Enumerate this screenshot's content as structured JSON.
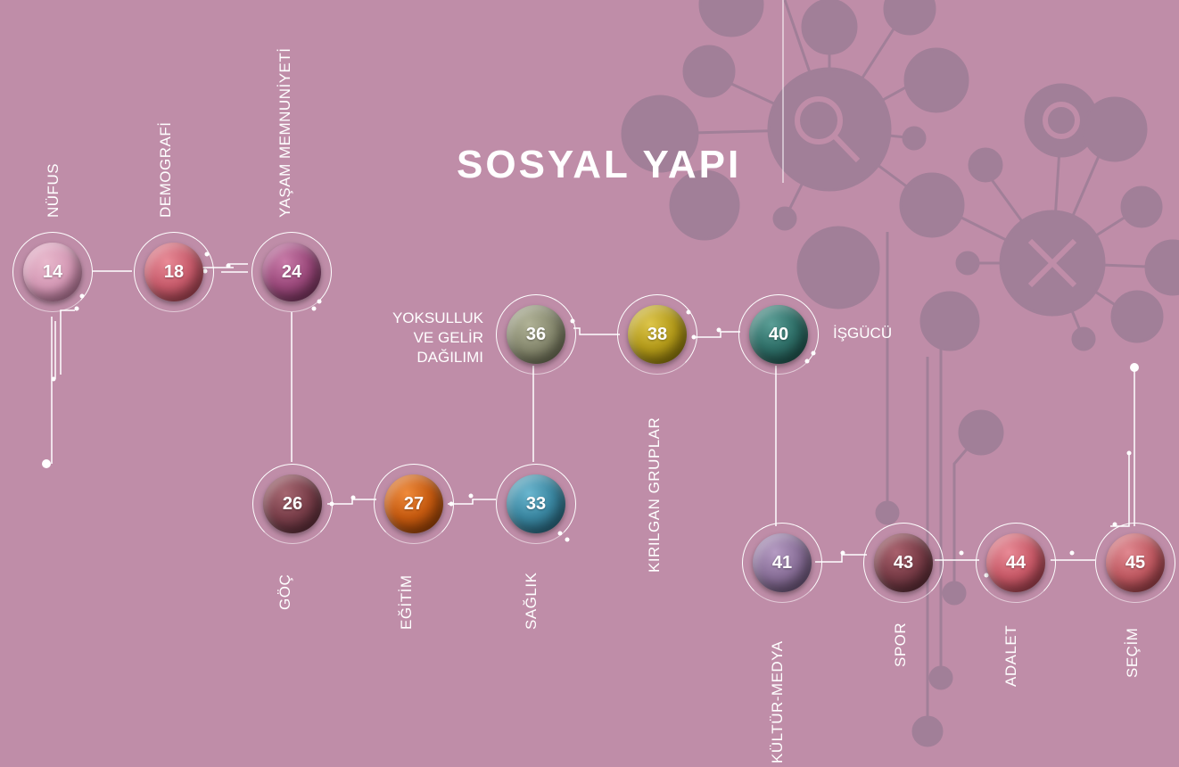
{
  "title": "SOSYAL YAPI",
  "colors": {
    "background": "#bf8da8",
    "icon_fill": "#9e7a96"
  },
  "nodes": [
    {
      "id": "nufus",
      "number": "14",
      "label": "NÜFUS",
      "color": "#d59ab6"
    },
    {
      "id": "demografi",
      "number": "18",
      "label": "DEMOGRAFİ",
      "color": "#c85c6c"
    },
    {
      "id": "yasam",
      "number": "24",
      "label": "YAŞAM MEMNUNİYETİ",
      "color": "#9c4a7c"
    },
    {
      "id": "goc",
      "number": "26",
      "label": "GÖÇ",
      "color": "#7a3f4a"
    },
    {
      "id": "egitim",
      "number": "27",
      "label": "EĞİTİM",
      "color": "#c55a10"
    },
    {
      "id": "saglik",
      "number": "33",
      "label": "SAĞLIK",
      "color": "#3a86a0"
    },
    {
      "id": "yoksulluk",
      "number": "36",
      "label_lines": [
        "YOKSULLUK",
        "VE GELİR",
        "DAĞILIMI"
      ],
      "color": "#888a70"
    },
    {
      "id": "kirilgan",
      "number": "38",
      "label": "KIRILGAN GRUPLAR",
      "color": "#b39a1a"
    },
    {
      "id": "isgucu",
      "number": "40",
      "label": "İŞGÜCÜ",
      "color": "#2f6f68"
    },
    {
      "id": "kultur",
      "number": "41",
      "label": "KÜLTÜR-MEDYA",
      "color": "#8a7099"
    },
    {
      "id": "spor",
      "number": "43",
      "label": "SPOR",
      "color": "#7a3d48"
    },
    {
      "id": "adalet",
      "number": "44",
      "label": "ADALET",
      "color": "#c85a68"
    },
    {
      "id": "secim",
      "number": "45",
      "label": "SEÇİM",
      "color": "#c05a62"
    }
  ]
}
